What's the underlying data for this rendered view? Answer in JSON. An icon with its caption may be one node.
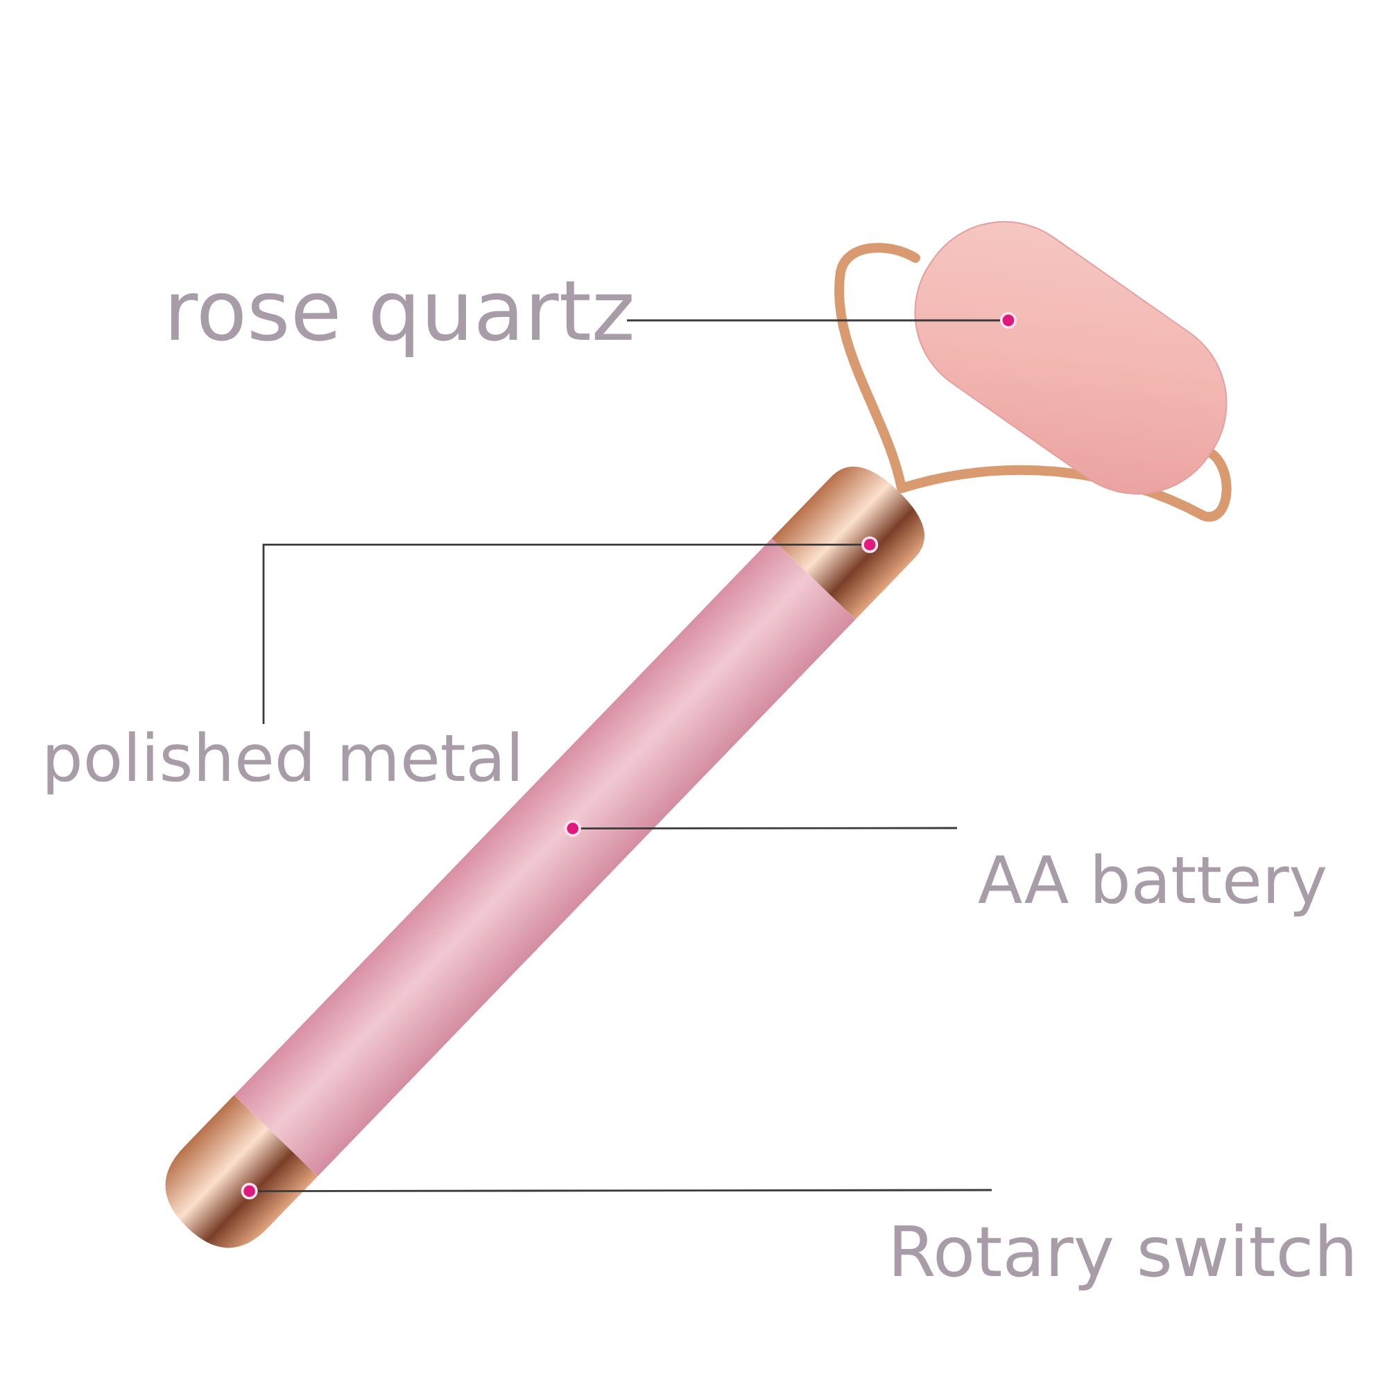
{
  "diagram": {
    "nodes": [
      {
        "text": [
          "rose quartz"
        ]
      },
      {
        "text": [],
        "shape": "picture"
      },
      {
        "text": [],
        "shape": "picture"
      },
      {
        "text": [
          "polished metal"
        ]
      },
      {
        "text": [],
        "shape": "picture"
      },
      {
        "text": [
          "AA battery"
        ]
      },
      {
        "text": [],
        "shape": "picture"
      },
      {
        "text": [
          "Rotary switch"
        ]
      }
    ],
    "edges": [
      {
        "from": 0,
        "to": 1,
        "arrow": "other"
      },
      {
        "from": 3,
        "to": 2,
        "arrow": "other"
      },
      {
        "from": 5,
        "to": 4,
        "arrow": "other"
      },
      {
        "from": 7,
        "to": 6,
        "arrow": "other"
      }
    ]
  }
}
